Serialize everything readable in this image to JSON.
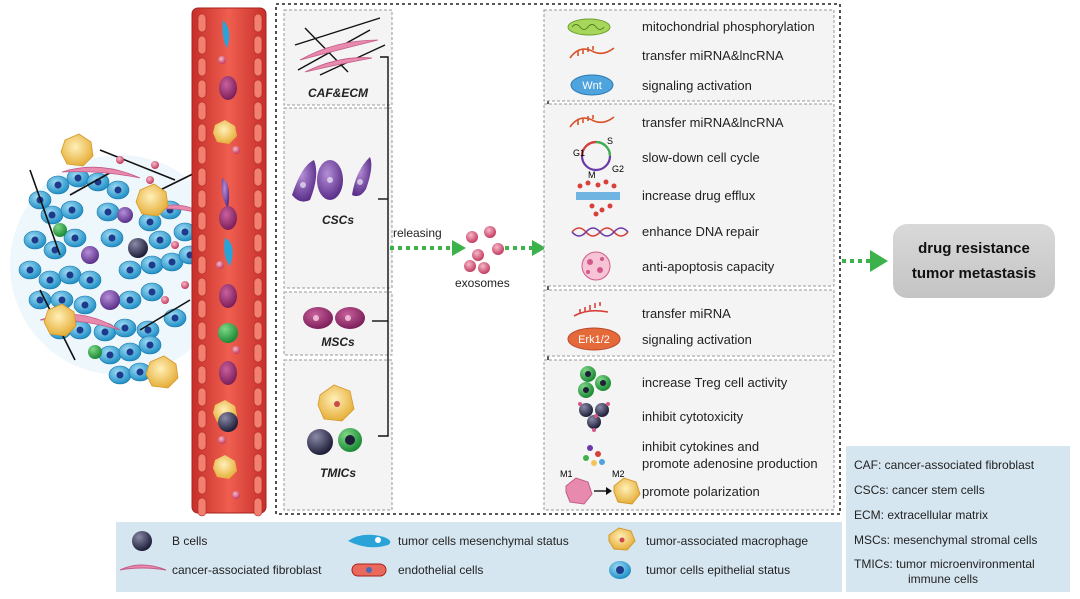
{
  "sources": [
    {
      "id": "caf_ecm",
      "label": "CAF&ECM"
    },
    {
      "id": "cscs",
      "label": "CSCs"
    },
    {
      "id": "mscs",
      "label": "MSCs"
    },
    {
      "id": "tmics",
      "label": "TMICs"
    }
  ],
  "flow": {
    "releasing_label": "releasing",
    "exosomes_label": "exosomes"
  },
  "mechanisms": {
    "caf_ecm": [
      "mitochondrial phosphorylation",
      "transfer miRNA&lncRNA",
      "signaling activation"
    ],
    "cscs": [
      "transfer miRNA&lncRNA",
      "slow-down cell cycle",
      "increase drug efflux",
      "enhance DNA repair",
      "anti-apoptosis capacity"
    ],
    "mscs": [
      "transfer miRNA",
      "signaling activation"
    ],
    "tmics": [
      "increase Treg cell activity",
      "inhibit cytotoxicity",
      "inhibit cytokines and",
      "promote adenosine production",
      "promote polarization"
    ]
  },
  "icon_labels": {
    "wnt": "Wnt",
    "erk": "Erk1/2",
    "cycle_g1": "G1",
    "cycle_s": "S",
    "cycle_g2": "G2",
    "cycle_m": "M",
    "m1": "M1",
    "m2": "M2"
  },
  "outcome": {
    "line1": "drug resistance",
    "line2": "tumor metastasis"
  },
  "legend": [
    {
      "label": "B cells",
      "icon": "b-cell-icon"
    },
    {
      "label": "tumor cells mesenchymal status",
      "icon": "mesenchymal-tumor-cell-icon"
    },
    {
      "label": "tumor-associated macrophage",
      "icon": "macrophage-icon"
    },
    {
      "label": "cancer-associated fibroblast",
      "icon": "fibroblast-icon"
    },
    {
      "label": "endothelial cells",
      "icon": "endothelial-cell-icon"
    },
    {
      "label": "tumor cells epithelial status",
      "icon": "epithelial-tumor-cell-icon"
    }
  ],
  "abbreviations": [
    "CAF: cancer-associated fibroblast",
    "CSCs: cancer stem cells",
    "ECM: extracellular matrix",
    "MSCs: mesenchymal stromal cells",
    "TMICs: tumor microenvironmental",
    "immune cells"
  ],
  "colors": {
    "vessel": "#d9403a",
    "vessel_cell": "#e96a5c",
    "epithelial": "#2aa3d8",
    "macrophage": "#f3c45a",
    "fibroblast": "#e889ae",
    "mesenchymal": "#7b4aa8",
    "arrow": "#3cb24a",
    "legend_bg": "#d6e6f0"
  }
}
